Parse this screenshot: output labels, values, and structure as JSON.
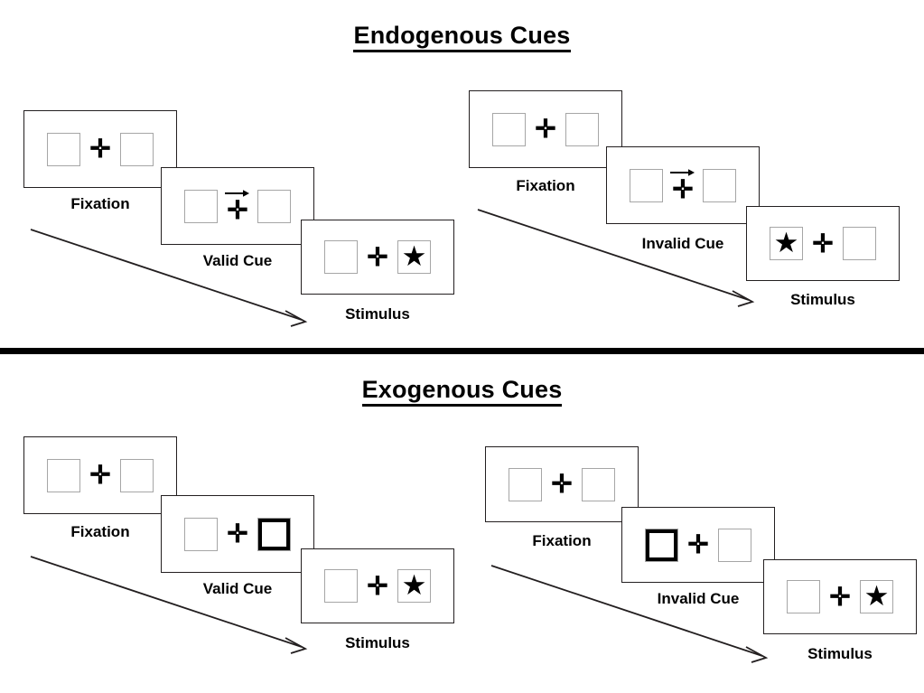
{
  "page": {
    "background": "#ffffff",
    "line_color": "#231f20",
    "box_border_color": "#a6a6a6",
    "cue_highlight_color": "#000000",
    "stimulus_glyph": "★",
    "fixation_glyph": "✛"
  },
  "sections": [
    {
      "id": "endogenous",
      "title": "Endogenous Cues",
      "columns": [
        {
          "id": "endogenous-valid",
          "frames": [
            {
              "stage": "fixation",
              "caption": "Fixation",
              "left_box": "empty",
              "right_box": "empty",
              "cue": "none"
            },
            {
              "stage": "cue",
              "caption": "Valid Cue",
              "left_box": "empty",
              "right_box": "empty",
              "cue": "arrow-right"
            },
            {
              "stage": "stimulus",
              "caption": "Stimulus",
              "left_box": "empty",
              "right_box": "star",
              "cue": "none"
            }
          ],
          "time_arrow": "diagonal-down-right"
        },
        {
          "id": "endogenous-invalid",
          "frames": [
            {
              "stage": "fixation",
              "caption": "Fixation",
              "left_box": "empty",
              "right_box": "empty",
              "cue": "none"
            },
            {
              "stage": "cue",
              "caption": "Invalid Cue",
              "left_box": "empty",
              "right_box": "empty",
              "cue": "arrow-right"
            },
            {
              "stage": "stimulus",
              "caption": "Stimulus",
              "left_box": "star",
              "right_box": "empty",
              "cue": "none"
            }
          ],
          "time_arrow": "diagonal-down-right"
        }
      ]
    },
    {
      "id": "exogenous",
      "title": "Exogenous Cues",
      "columns": [
        {
          "id": "exogenous-valid",
          "frames": [
            {
              "stage": "fixation",
              "caption": "Fixation",
              "left_box": "empty",
              "right_box": "empty",
              "cue": "none"
            },
            {
              "stage": "cue",
              "caption": "Valid Cue",
              "left_box": "empty",
              "right_box": "cued",
              "cue": "box-flash-right"
            },
            {
              "stage": "stimulus",
              "caption": "Stimulus",
              "left_box": "empty",
              "right_box": "star",
              "cue": "none"
            }
          ],
          "time_arrow": "diagonal-down-right"
        },
        {
          "id": "exogenous-invalid",
          "frames": [
            {
              "stage": "fixation",
              "caption": "Fixation",
              "left_box": "empty",
              "right_box": "empty",
              "cue": "none"
            },
            {
              "stage": "cue",
              "caption": "Invalid Cue",
              "left_box": "cued",
              "right_box": "empty",
              "cue": "box-flash-left"
            },
            {
              "stage": "stimulus",
              "caption": "Stimulus",
              "left_box": "empty",
              "right_box": "star",
              "cue": "none"
            }
          ],
          "time_arrow": "diagonal-down-right"
        }
      ]
    }
  ]
}
